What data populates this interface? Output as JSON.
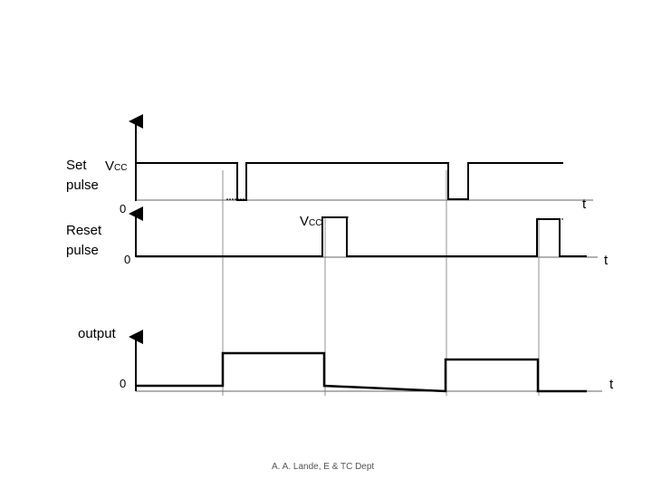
{
  "set_signal": {
    "label_line1": "Set",
    "label_line2": "pulse",
    "level_high": "V",
    "level_high_sub": "CC",
    "level_zero": "0",
    "time_label": "t"
  },
  "reset_signal": {
    "label_line1": "Reset",
    "label_line2": "pulse",
    "level_high": "V",
    "level_high_sub": "CC",
    "level_zero": "0",
    "time_label": "t"
  },
  "output_signal": {
    "label": "output",
    "level_zero": "0",
    "time_label": "t"
  },
  "footer": {
    "credit": "A. A. Lande, E & TC Dept"
  },
  "colors": {
    "waveform": "#000000",
    "axis": "#333333",
    "guide": "#777777",
    "footer": "#555555"
  }
}
